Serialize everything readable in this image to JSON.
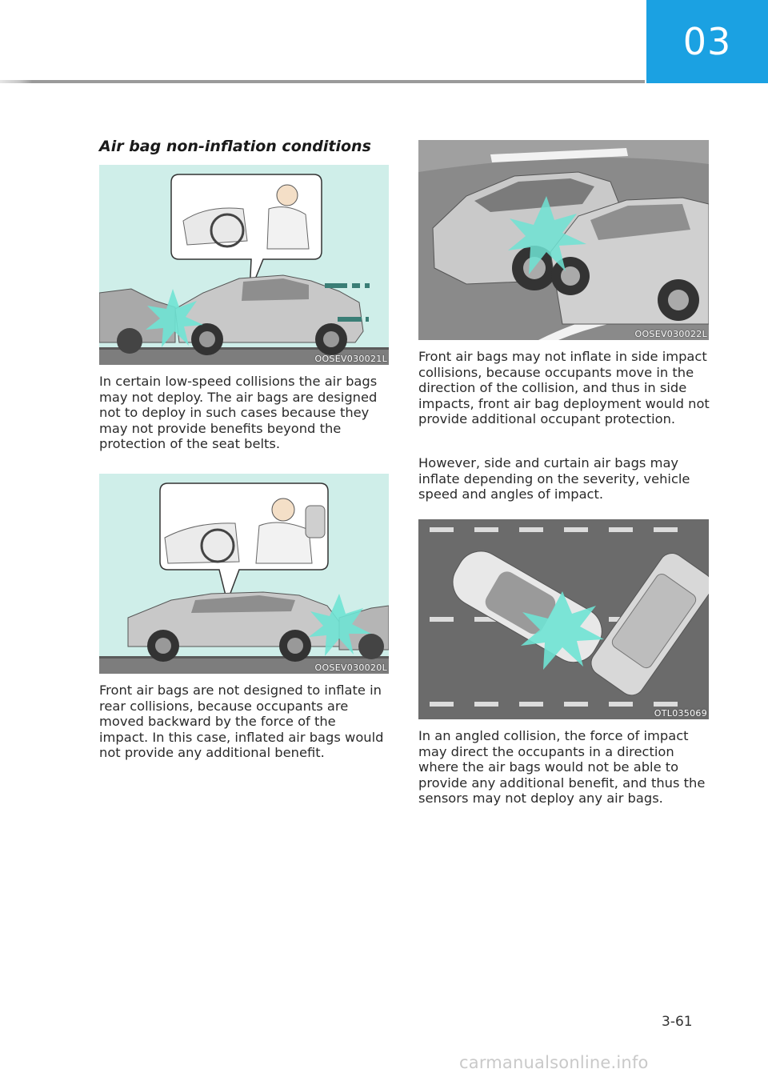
{
  "header": {
    "chapter": "03"
  },
  "section_title": "Air bag non-inflation conditions",
  "figures": {
    "fig1": {
      "code": "OOSEV030021L"
    },
    "fig2": {
      "code": "OOSEV030020L"
    },
    "fig3": {
      "code": "OOSEV030022L"
    },
    "fig4": {
      "code": "OTL035069"
    }
  },
  "paragraphs": {
    "p1": "In certain low-speed collisions the air bags may not deploy. The air bags are designed not to deploy in such cases because they may not provide benefits beyond the protection of the seat belts.",
    "p2": "Front air bags are not designed to inflate in rear collisions, because occupants are moved backward by the force of the impact. In this case, inflated air bags would not provide any additional benefit.",
    "p3": "Front air bags may not inflate in side impact collisions, because occupants move in the direction of the collision, and thus in side impacts, front air bag deployment would not provide additional occupant protection.",
    "p4": "However, side and curtain air bags may inflate depending on the severity, vehicle speed and angles of impact.",
    "p5": "In an angled collision, the force of impact may direct the occupants in a direction where the air bags would not be able to provide any additional benefit, and thus the sensors may not deploy any air bags."
  },
  "footer": {
    "page_number": "3-61",
    "site": "carmanualsonline.info"
  },
  "colors": {
    "accent": "#1ba1e2",
    "figure_bg": "#cfeee9",
    "impact": "#6fe3d4"
  }
}
